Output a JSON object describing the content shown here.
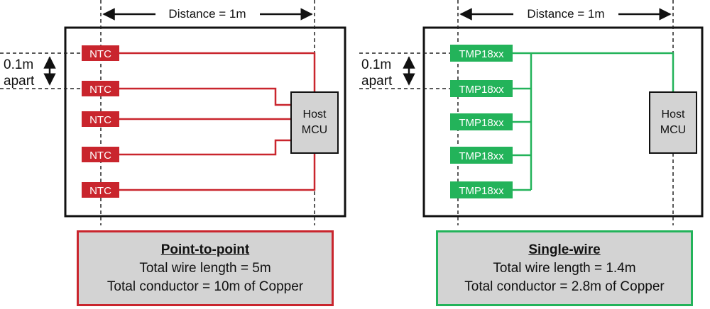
{
  "colors": {
    "point_to_point": "#c9252d",
    "single_wire": "#23b35a",
    "mcu_fill": "#d3d3d3",
    "frame": "#111111"
  },
  "left_panel": {
    "distance_label": "Distance = 1m",
    "spacing_label_line1": "0.1m",
    "spacing_label_line2": "apart",
    "sensors": [
      "NTC",
      "NTC",
      "NTC",
      "NTC",
      "NTC"
    ],
    "mcu_line1": "Host",
    "mcu_line2": "MCU",
    "caption": {
      "title": "Point-to-point",
      "line1": "Total wire length = 5m",
      "line2": "Total conductor = 10m of Copper"
    }
  },
  "right_panel": {
    "distance_label": "Distance = 1m",
    "spacing_label_line1": "0.1m",
    "spacing_label_line2": "apart",
    "sensors": [
      "TMP18xx",
      "TMP18xx",
      "TMP18xx",
      "TMP18xx",
      "TMP18xx"
    ],
    "mcu_line1": "Host",
    "mcu_line2": "MCU",
    "caption": {
      "title": "Single-wire",
      "line1": "Total wire length = 1.4m",
      "line2": "Total conductor = 2.8m of Copper"
    }
  }
}
